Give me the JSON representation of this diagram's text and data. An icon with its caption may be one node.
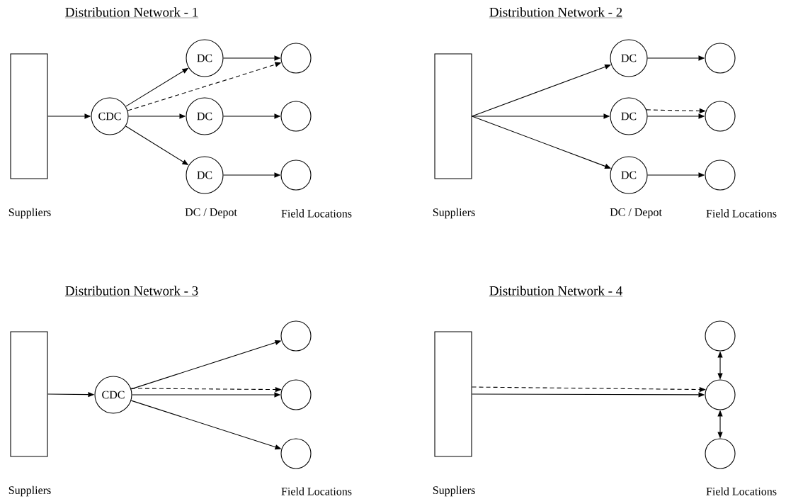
{
  "diagram": {
    "nodes": [
      {
        "text": [],
        "shape": "box"
      },
      {
        "text": [
          "CDC"
        ]
      },
      {
        "text": [
          "DC"
        ]
      },
      {
        "text": [
          "DC"
        ]
      },
      {
        "text": [
          "DC"
        ]
      },
      {
        "text": [],
        "shape": "circle"
      },
      {
        "text": [],
        "shape": "circle"
      },
      {
        "text": [],
        "shape": "circle"
      },
      {
        "text": [],
        "shape": "box"
      },
      {
        "text": [
          "DC"
        ]
      },
      {
        "text": [
          "DC"
        ]
      },
      {
        "text": [
          "DC"
        ]
      },
      {
        "text": [],
        "shape": "circle"
      },
      {
        "text": [],
        "shape": "circle"
      },
      {
        "text": [],
        "shape": "circle"
      },
      {
        "text": [],
        "shape": "box"
      },
      {
        "text": [
          "CDC"
        ]
      },
      {
        "text": [],
        "shape": "circle"
      },
      {
        "text": [],
        "shape": "circle"
      },
      {
        "text": [],
        "shape": "circle"
      },
      {
        "text": [],
        "shape": "box"
      },
      {
        "text": [],
        "shape": "circle"
      },
      {
        "text": [],
        "shape": "circle"
      },
      {
        "text": [],
        "shape": "circle"
      }
    ],
    "edges": [
      {
        "from": 0,
        "to": 1,
        "arrow": "to"
      },
      {
        "from": 1,
        "to": 2,
        "arrow": "to"
      },
      {
        "from": 1,
        "to": 3,
        "arrow": "to"
      },
      {
        "from": 1,
        "to": 4,
        "arrow": "to"
      },
      {
        "from": 1,
        "to": 5,
        "arrow": "to",
        "style": "dashed"
      },
      {
        "from": 2,
        "to": 5,
        "arrow": "to"
      },
      {
        "from": 3,
        "to": 6,
        "arrow": "to"
      },
      {
        "from": 4,
        "to": 7,
        "arrow": "to"
      },
      {
        "from": 8,
        "to": 9,
        "arrow": "to"
      },
      {
        "from": 8,
        "to": 10,
        "arrow": "to"
      },
      {
        "from": 8,
        "to": 11,
        "arrow": "to"
      },
      {
        "from": 9,
        "to": 12,
        "arrow": "to"
      },
      {
        "from": 10,
        "to": 13,
        "arrow": "to",
        "style": "dashed"
      },
      {
        "from": 10,
        "to": 13,
        "arrow": "to"
      },
      {
        "from": 11,
        "to": 14,
        "arrow": "to"
      },
      {
        "from": 15,
        "to": 16,
        "arrow": "to"
      },
      {
        "from": 16,
        "to": 17,
        "arrow": "to"
      },
      {
        "from": 16,
        "to": 18,
        "arrow": "to",
        "style": "dashed"
      },
      {
        "from": 16,
        "to": 18,
        "arrow": "to"
      },
      {
        "from": 16,
        "to": 19,
        "arrow": "to"
      },
      {
        "from": 20,
        "to": 22,
        "arrow": "to",
        "style": "dashed"
      },
      {
        "from": 20,
        "to": 22,
        "arrow": "to"
      },
      {
        "from": 21,
        "to": 22,
        "arrow": "both"
      },
      {
        "from": 22,
        "to": 23,
        "arrow": "both"
      }
    ],
    "labels": [
      "Distribution Network - 1",
      "Distribution Network - 2",
      "Suppliers",
      "DC / Depot",
      "Field Locations",
      "Suppliers",
      "DC / Depot",
      "Field Locations",
      "Distribution Network - 3",
      "Distribution Network - 4",
      "Suppliers",
      "Field Locations",
      "Suppliers",
      "Field Locations"
    ]
  }
}
